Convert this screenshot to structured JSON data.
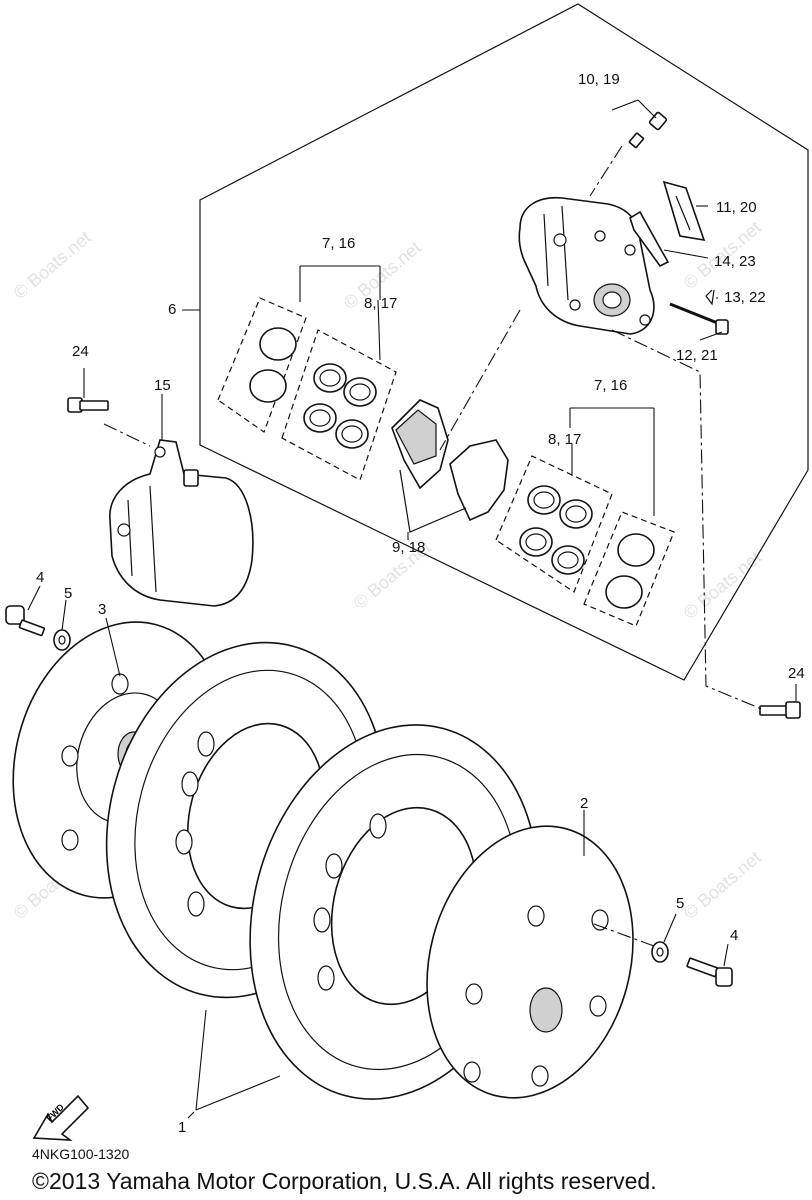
{
  "diagram_code": "4NKG100-1320",
  "copyright": "©2013 Yamaha Motor Corporation, U.S.A. All rights reserved.",
  "watermark": "© Boats.net",
  "fwd_arrow_label": "FWD",
  "callouts": {
    "c1": "1",
    "c2": "2",
    "c3": "3",
    "c4_left": "4",
    "c4_right": "4",
    "c5_left": "5",
    "c5_right": "5",
    "c6": "6",
    "c7_16_top": "7, 16",
    "c8_17_top": "8, 17",
    "c7_16_right": "7, 16",
    "c8_17_right": "8, 17",
    "c9_18": "9, 18",
    "c10_19": "10, 19",
    "c11_20": "11, 20",
    "c12_21": "12, 21",
    "c13_22": "13, 22",
    "c14_23": "14, 23",
    "c15": "15",
    "c24_left": "24",
    "c24_right": "24"
  }
}
